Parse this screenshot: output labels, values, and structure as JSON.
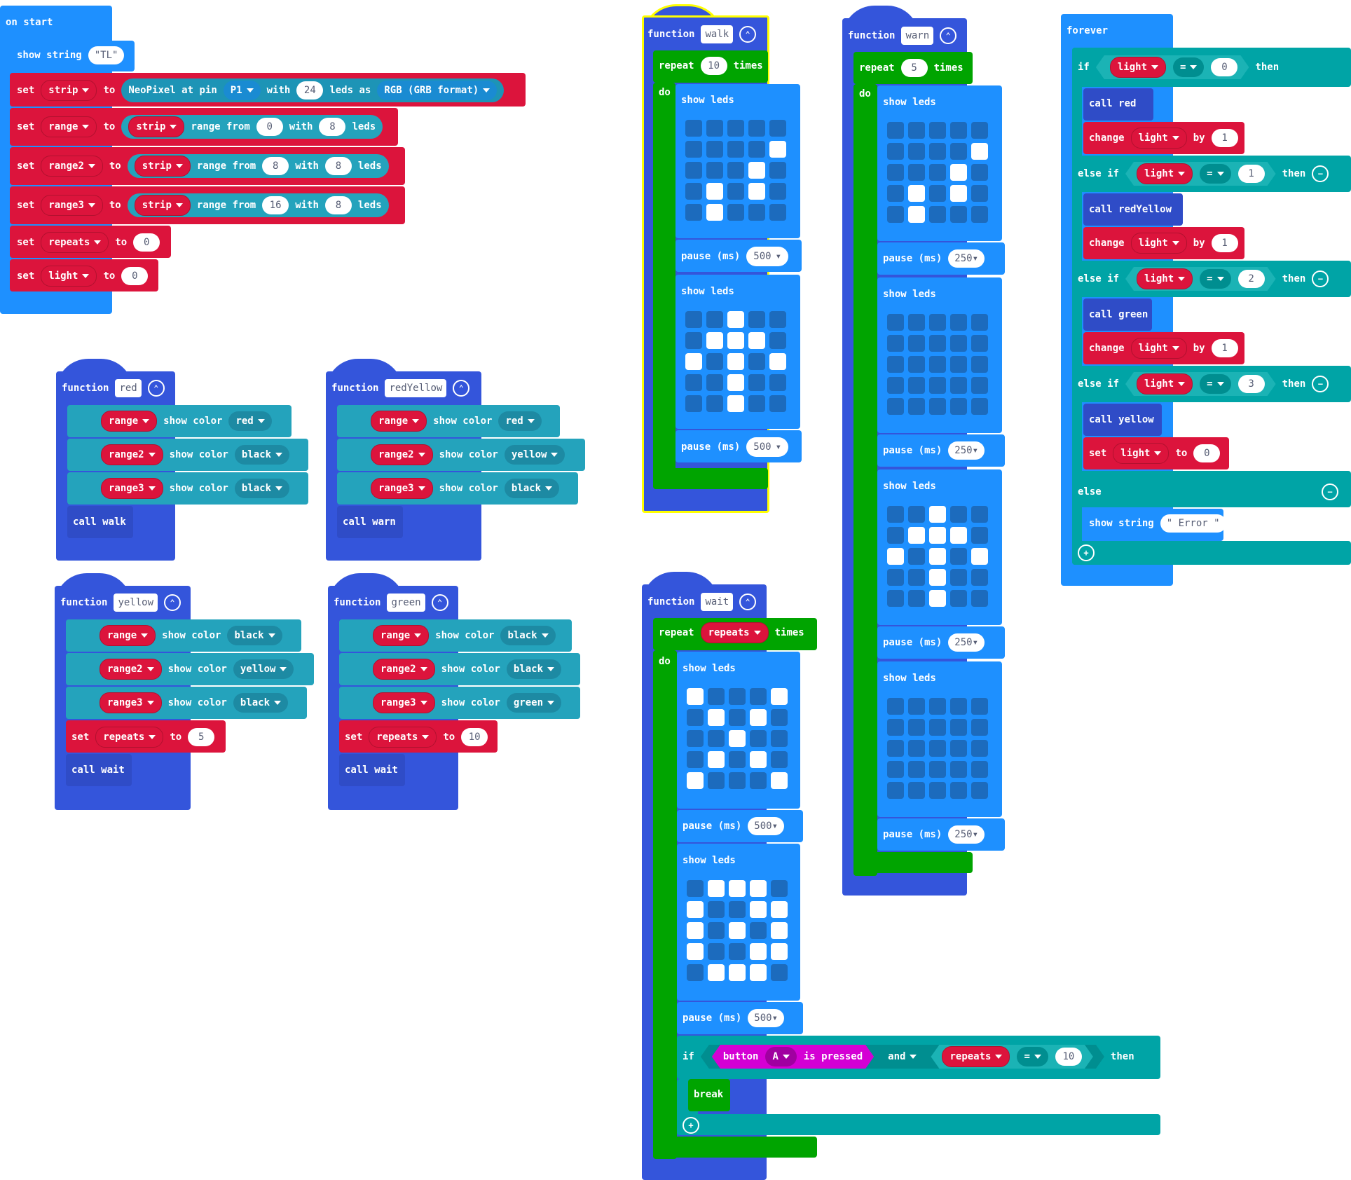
{
  "on_start": {
    "title": "on start",
    "show_string": "show string",
    "tl": "\"TL\"",
    "set": "set",
    "to": "to",
    "strip": "strip",
    "neopixel": "NeoPixel at pin",
    "pin": "P1",
    "with": "with",
    "n24": "24",
    "leds_as": "leds as",
    "rgb": "RGB (GRB format)",
    "range": "range",
    "range2": "range2",
    "range3": "range3",
    "range_from": "range from",
    "leds": "leds",
    "n0": "0",
    "n8": "8",
    "n16": "16",
    "repeats": "repeats",
    "light": "light"
  },
  "fn_red": {
    "function": "function",
    "name": "red",
    "call": "call walk"
  },
  "fn_redyellow": {
    "function": "function",
    "name": "redYellow",
    "call": "call warn"
  },
  "fn_yellow": {
    "function": "function",
    "name": "yellow",
    "set": "set",
    "repeats": "repeats",
    "to": "to",
    "n5": "5",
    "call": "call wait"
  },
  "fn_green": {
    "function": "function",
    "name": "green",
    "set": "set",
    "repeats": "repeats",
    "to": "to",
    "n10": "10",
    "call": "call wait"
  },
  "colors": {
    "show_color": "show color",
    "red": "red",
    "black": "black",
    "yellow": "yellow",
    "green": "green",
    "range": "range",
    "range2": "range2",
    "range3": "range3"
  },
  "fn_walk": {
    "function": "function",
    "name": "walk",
    "repeat": "repeat",
    "n": "10",
    "times": "times",
    "do": "do",
    "show_leds": "show leds",
    "pause": "pause (ms)",
    "ms": "500"
  },
  "fn_warn": {
    "function": "function",
    "name": "warn",
    "repeat": "repeat",
    "n": "5",
    "times": "times",
    "do": "do",
    "show_leds": "show leds",
    "pause": "pause (ms)",
    "ms": "250"
  },
  "fn_wait": {
    "function": "function",
    "name": "wait",
    "repeat": "repeat",
    "repeats": "repeats",
    "times": "times",
    "do": "do",
    "show_leds": "show leds",
    "pause": "pause (ms)",
    "ms": "500",
    "if": "if",
    "button": "button",
    "a": "A",
    "pressed": "is pressed",
    "and": "and",
    "eq": "=",
    "n10": "10",
    "then": "then",
    "break": "break"
  },
  "forever": {
    "title": "forever",
    "if": "if",
    "else_if": "else if",
    "else": "else",
    "then": "then",
    "light": "light",
    "eq": "=",
    "n0": "0",
    "n1": "1",
    "n2": "2",
    "n3": "3",
    "call_red": "call red",
    "call_redyellow": "call redYellow",
    "call_green": "call green",
    "call_yellow": "call yellow",
    "change": "change",
    "by": "by",
    "set": "set",
    "to": "to",
    "show_string": "show string",
    "error": "\" Error \""
  }
}
